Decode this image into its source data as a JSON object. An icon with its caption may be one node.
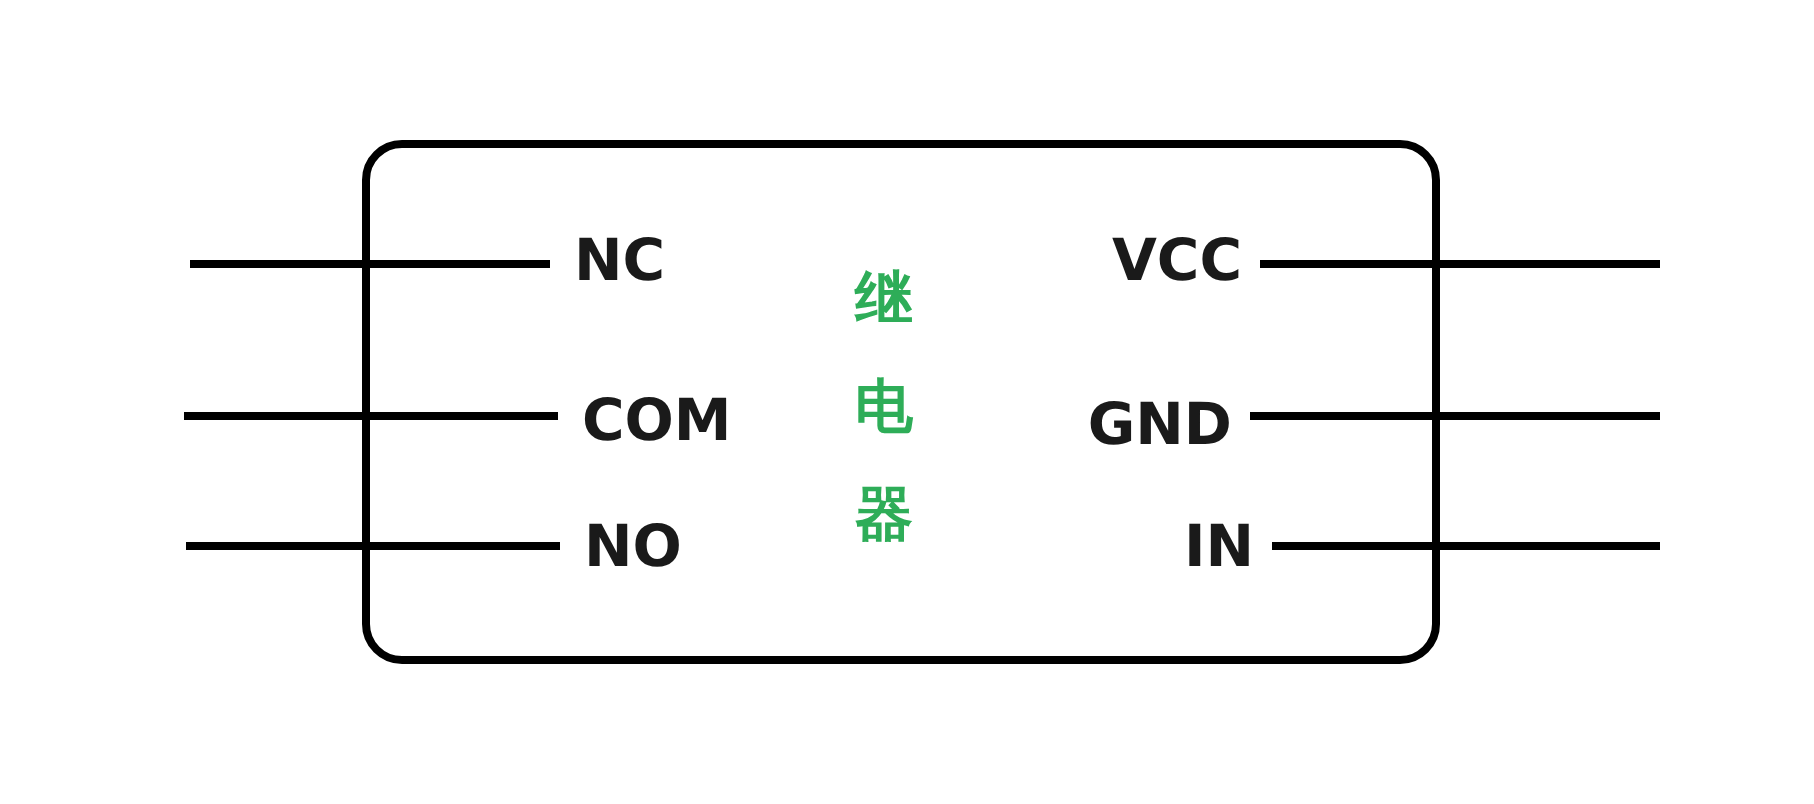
{
  "diagram": {
    "nodes": [
      {
        "text": [
          "继电器"
        ]
      },
      {
        "text": [
          "NC"
        ],
        "in": 0
      },
      {
        "text": [
          "COM"
        ],
        "in": 0
      },
      {
        "text": [
          "NO"
        ],
        "in": 0
      },
      {
        "text": [
          "VCC"
        ],
        "in": 0
      },
      {
        "text": [
          "GND"
        ],
        "in": 0
      },
      {
        "text": [
          "IN"
        ],
        "in": 0
      }
    ],
    "edges": [
      {
        "from": null,
        "to": 1,
        "arrow": "none"
      },
      {
        "from": null,
        "to": 2,
        "arrow": "none"
      },
      {
        "from": null,
        "to": 3,
        "arrow": "none"
      },
      {
        "from": null,
        "to": 4,
        "arrow": "none"
      },
      {
        "from": null,
        "to": 5,
        "arrow": "none"
      },
      {
        "from": null,
        "to": 6,
        "arrow": "none"
      }
    ]
  }
}
